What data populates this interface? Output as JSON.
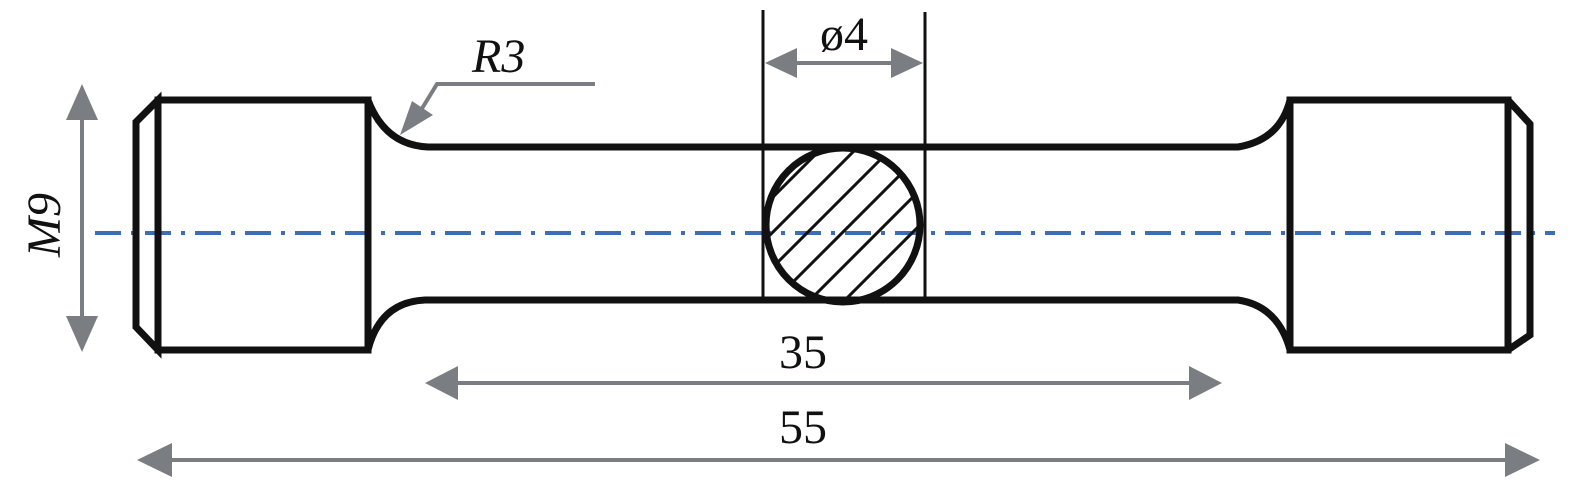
{
  "diagram": {
    "dimensions": {
      "thread": "M9",
      "fillet_radius": "R3",
      "gauge_diameter": "ø4",
      "gauge_length": "35",
      "total_length": "55"
    },
    "colors": {
      "outline": "#111111",
      "dimension": "#7a7d82",
      "centerline": "#3d6db5"
    }
  }
}
